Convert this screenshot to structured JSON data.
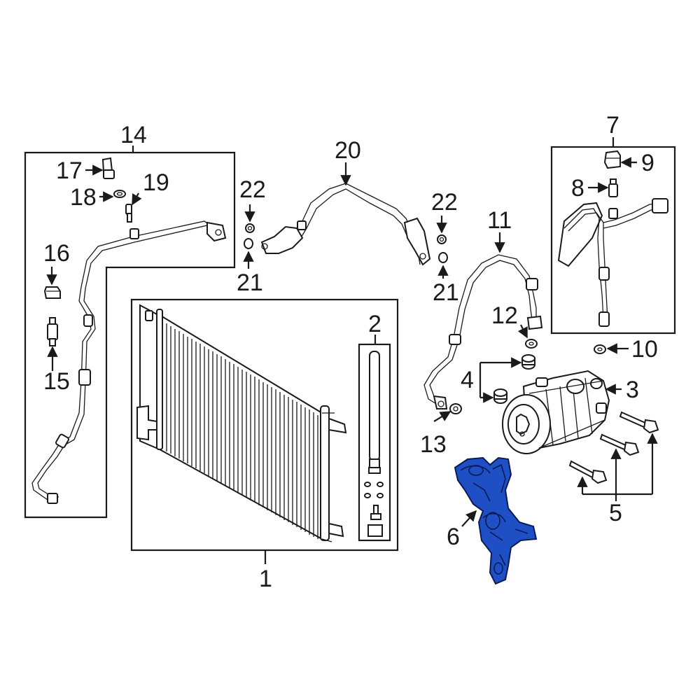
{
  "callouts": {
    "c1": "1",
    "c2": "2",
    "c3": "3",
    "c4": "4",
    "c5": "5",
    "c6": "6",
    "c7": "7",
    "c8": "8",
    "c9": "9",
    "c10": "10",
    "c11": "11",
    "c12": "12",
    "c13": "13",
    "c14": "14",
    "c15": "15",
    "c16": "16",
    "c17": "17",
    "c18": "18",
    "c19": "19",
    "c20": "20",
    "c21a": "21",
    "c21b": "21",
    "c22a": "22",
    "c22b": "22"
  },
  "highlighted_part": "6",
  "colors": {
    "highlight": "#1f4fc4",
    "line": "#1a1a1a",
    "background": "#ffffff"
  }
}
